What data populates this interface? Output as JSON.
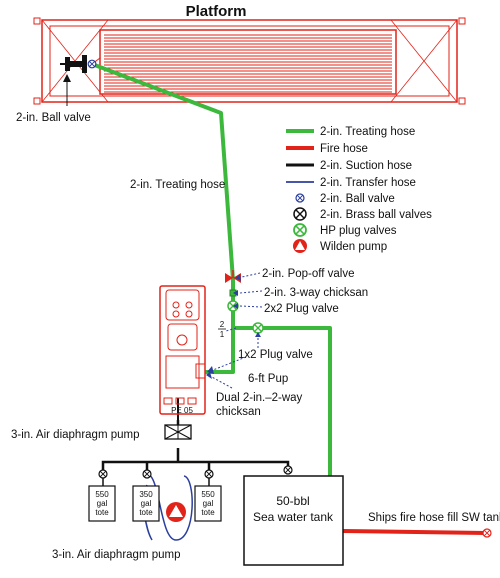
{
  "title": "Platform",
  "legend": [
    {
      "key": "treating",
      "label": "2-in. Treating hose"
    },
    {
      "key": "fire",
      "label": "Fire hose"
    },
    {
      "key": "suction",
      "label": "2-in. Suction hose"
    },
    {
      "key": "transfer",
      "label": "2-in. Transfer hose"
    },
    {
      "key": "ballvalve",
      "label": "2-in. Ball valve"
    },
    {
      "key": "brassball",
      "label": "2-in. Brass ball valves"
    },
    {
      "key": "hpplug",
      "label": "HP plug valves"
    },
    {
      "key": "wilden",
      "label": "Wilden pump"
    }
  ],
  "labels": {
    "ball_valve_top": "2-in. Ball valve",
    "treating_hose": "2-in. Treating hose",
    "popoff": "2-in. Pop-off valve",
    "chicksan3": "2-in. 3-way chicksan",
    "plug2x2": "2x2 Plug valve",
    "plug1x2": "1x2 Plug valve",
    "pup": "6-ft Pup",
    "dual_line1": "Dual 2-in.–2-way",
    "dual_line2": "chicksan",
    "pump_unit": "PE 05",
    "air_pump_top": "3-in. Air diaphragm pump",
    "air_pump_bottom": "3-in. Air diaphragm pump",
    "tank_line1": "50-bbl",
    "tank_line2": "Sea water tank",
    "ships_hose": "Ships fire hose fill SW tank",
    "pressure_top": "2",
    "pressure_bottom": "1"
  },
  "totes": [
    {
      "line1": "550",
      "line2": "gal",
      "line3": "tote"
    },
    {
      "line1": "350",
      "line2": "gal",
      "line3": "tote"
    },
    {
      "line1": "550",
      "line2": "gal",
      "line3": "tote"
    }
  ],
  "colors": {
    "treating": "#3cb83c",
    "fire": "#e2231a",
    "suction": "#000000",
    "transfer": "#2b3f9e",
    "plug": "#3cb83c",
    "pump": "#e2231a"
  }
}
